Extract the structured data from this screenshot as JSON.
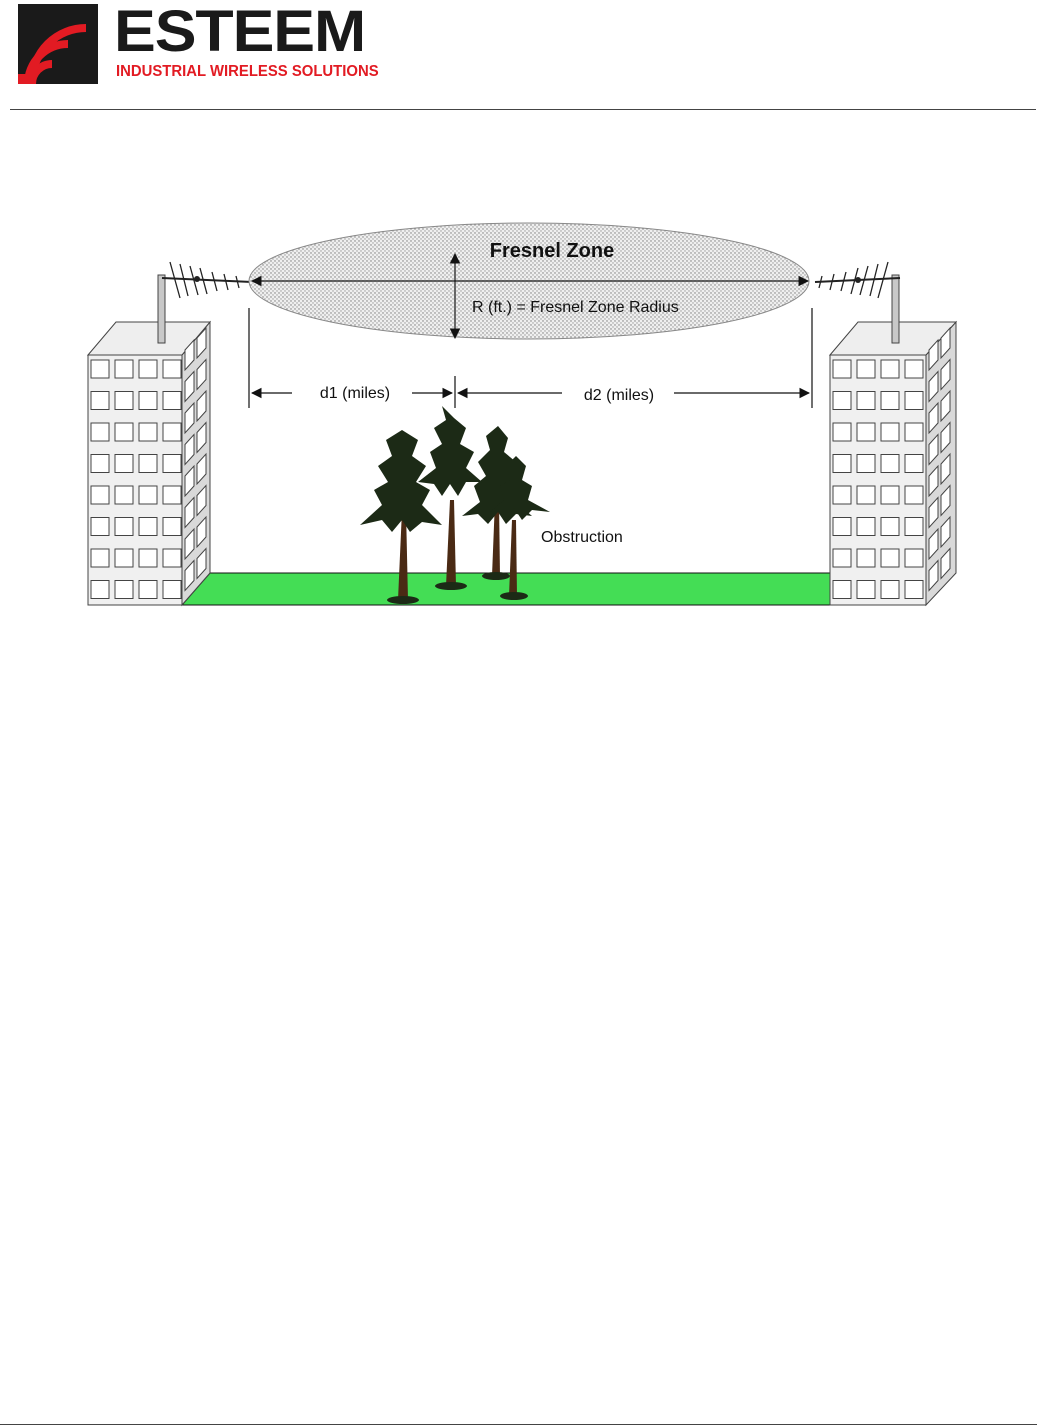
{
  "header": {
    "brand_name": "ESTEEM",
    "tagline": "INDUSTRIAL WIRELESS SOLUTIONS",
    "logo_icon": "wireless-signal-icon",
    "colors": {
      "brand_red": "#e21b23",
      "brand_dark": "#1a1a1a"
    }
  },
  "diagram": {
    "zone_title": "Fresnel Zone",
    "radius_label": "R (ft.) = Fresnel Zone Radius",
    "d1_label": "d1 (miles)",
    "d2_label": "d2 (miles)",
    "obstruction_label": "Obstruction",
    "colors": {
      "ground": "#44dd55",
      "ellipse_fill": "#d8d8d8",
      "building": "#ffffff",
      "tree": "#1c2a16",
      "trunk": "#4a2a14"
    }
  }
}
